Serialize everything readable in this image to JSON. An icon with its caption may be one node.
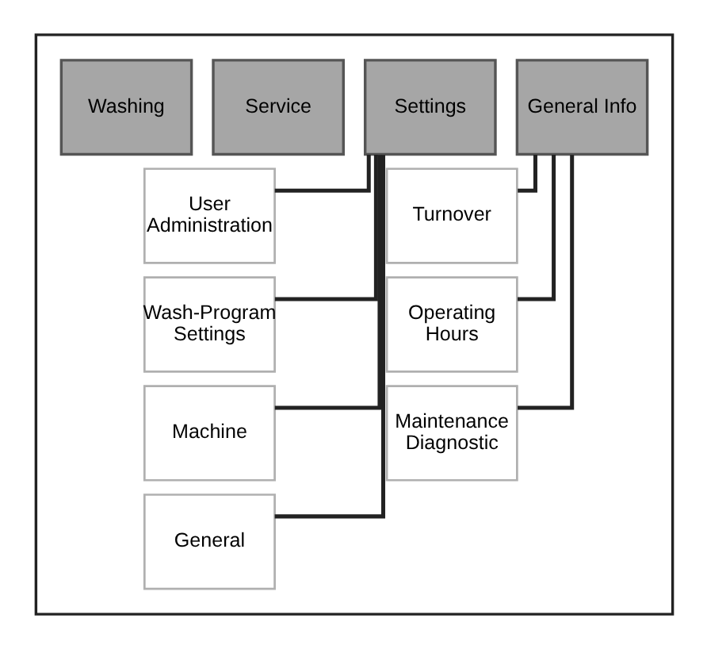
{
  "diagram": {
    "nodes": [
      {
        "text": [],
        "shape": "box"
      },
      {
        "text": [
          "Washing"
        ],
        "in": 0
      },
      {
        "text": [
          "Service"
        ],
        "in": 0
      },
      {
        "text": [
          "Settings"
        ],
        "in": 0
      },
      {
        "text": [
          "General Info"
        ],
        "in": 0
      },
      {
        "text": [
          "User Administration"
        ],
        "in": 0
      },
      {
        "text": [
          "Wash-Program Settings"
        ],
        "in": 0
      },
      {
        "text": [
          "Machine"
        ],
        "in": 0
      },
      {
        "text": [
          "General"
        ],
        "in": 0
      },
      {
        "text": [
          "Turnover"
        ],
        "in": 0
      },
      {
        "text": [
          "Operating Hours"
        ],
        "in": 0
      },
      {
        "text": [
          "Maintenance Diagnostic"
        ],
        "in": 0
      }
    ],
    "edges": [
      {
        "from": 3,
        "to": 5,
        "arrow": "none"
      },
      {
        "from": 3,
        "to": 6,
        "arrow": "none"
      },
      {
        "from": 3,
        "to": 7,
        "arrow": "none"
      },
      {
        "from": 3,
        "to": 8,
        "arrow": "none"
      },
      {
        "from": 4,
        "to": 9,
        "arrow": "none"
      },
      {
        "from": 4,
        "to": 10,
        "arrow": "none"
      },
      {
        "from": 4,
        "to": 11,
        "arrow": "none"
      }
    ]
  }
}
